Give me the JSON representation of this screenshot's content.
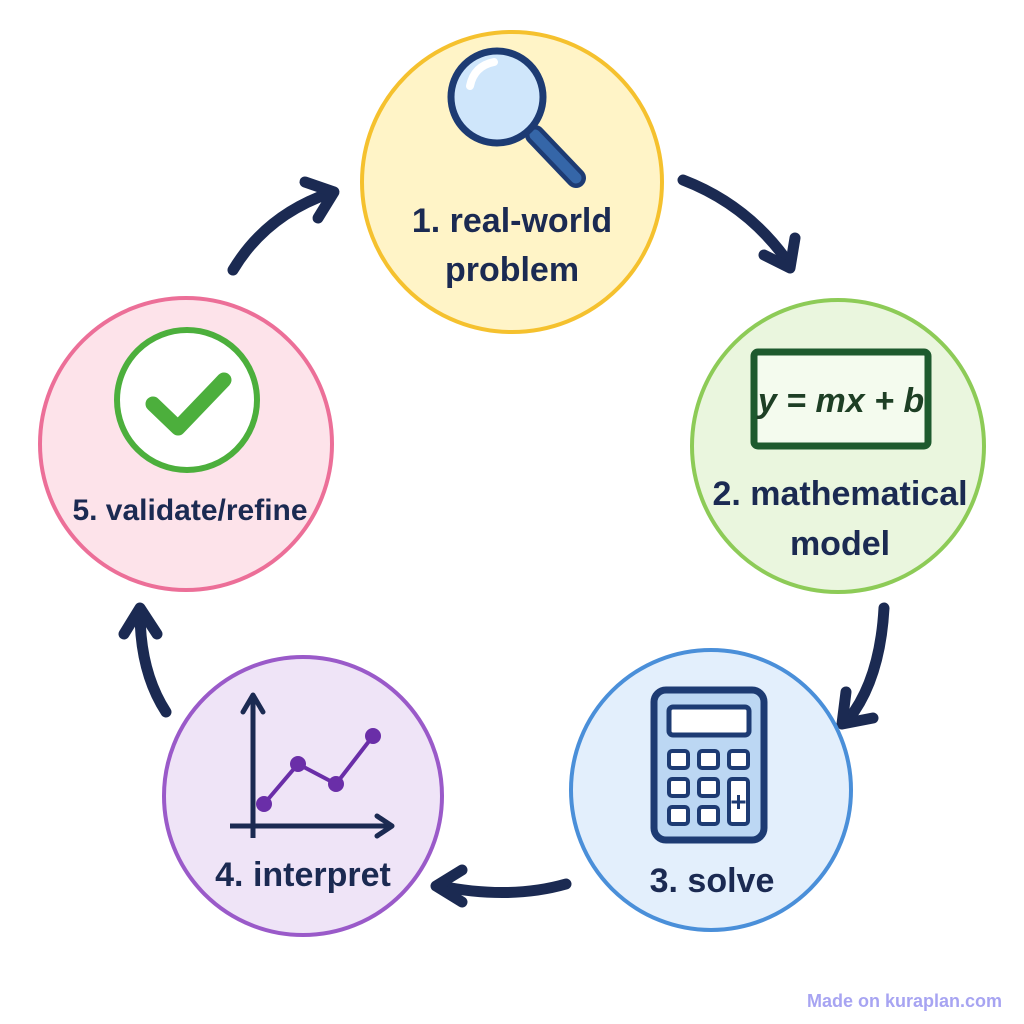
{
  "steps": [
    {
      "label_line1": "1. real-world",
      "label_line2": "problem",
      "icon": "magnifier-icon",
      "fill": "#fff4c7",
      "stroke": "#f5c12e"
    },
    {
      "label_line1": "2. mathematical",
      "label_line2": "model",
      "icon": "formula-board-icon",
      "formula": "y = mx + b",
      "fill": "#eaf6de",
      "stroke": "#8dcb57"
    },
    {
      "label_line1": "3. solve",
      "icon": "calculator-icon",
      "fill": "#e3effc",
      "stroke": "#4a8fd9"
    },
    {
      "label_line1": "4. interpret",
      "icon": "line-graph-icon",
      "fill": "#efe4f7",
      "stroke": "#9a5ac9"
    },
    {
      "label_line1": "5. validate/refine",
      "icon": "checkmark-icon",
      "fill": "#fde3ea",
      "stroke": "#ec6f98"
    }
  ],
  "colors": {
    "arrow": "#1b2a52",
    "text": "#1b2a52",
    "check": "#4caf3c",
    "graph": "#6a2ea8"
  },
  "watermark": "Made on kuraplan.com"
}
